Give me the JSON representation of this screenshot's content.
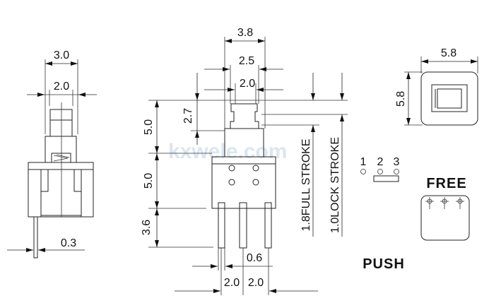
{
  "watermark": "kxwele.com",
  "side_view": {
    "width_outer": "3.0",
    "width_inner": "2.0",
    "pin_thickness": "0.3"
  },
  "front_view": {
    "width_collar": "3.8",
    "width_button": "2.5",
    "width_button_inner": "2.0",
    "button_height": "2.7",
    "actuator_height": "5.0",
    "body_height": "5.0",
    "pin_length": "3.6",
    "pin_width": "0.6",
    "pin_pitch_left": "2.0",
    "pin_pitch_right": "2.0",
    "full_stroke": "1.8FULL STROKE",
    "lock_stroke": "1.0LOCK STROKE"
  },
  "top_view": {
    "width": "5.8",
    "height": "5.8"
  },
  "schematic": {
    "pin_labels": [
      "1",
      "2",
      "3"
    ],
    "free_label": "FREE",
    "push_label": "PUSH"
  }
}
